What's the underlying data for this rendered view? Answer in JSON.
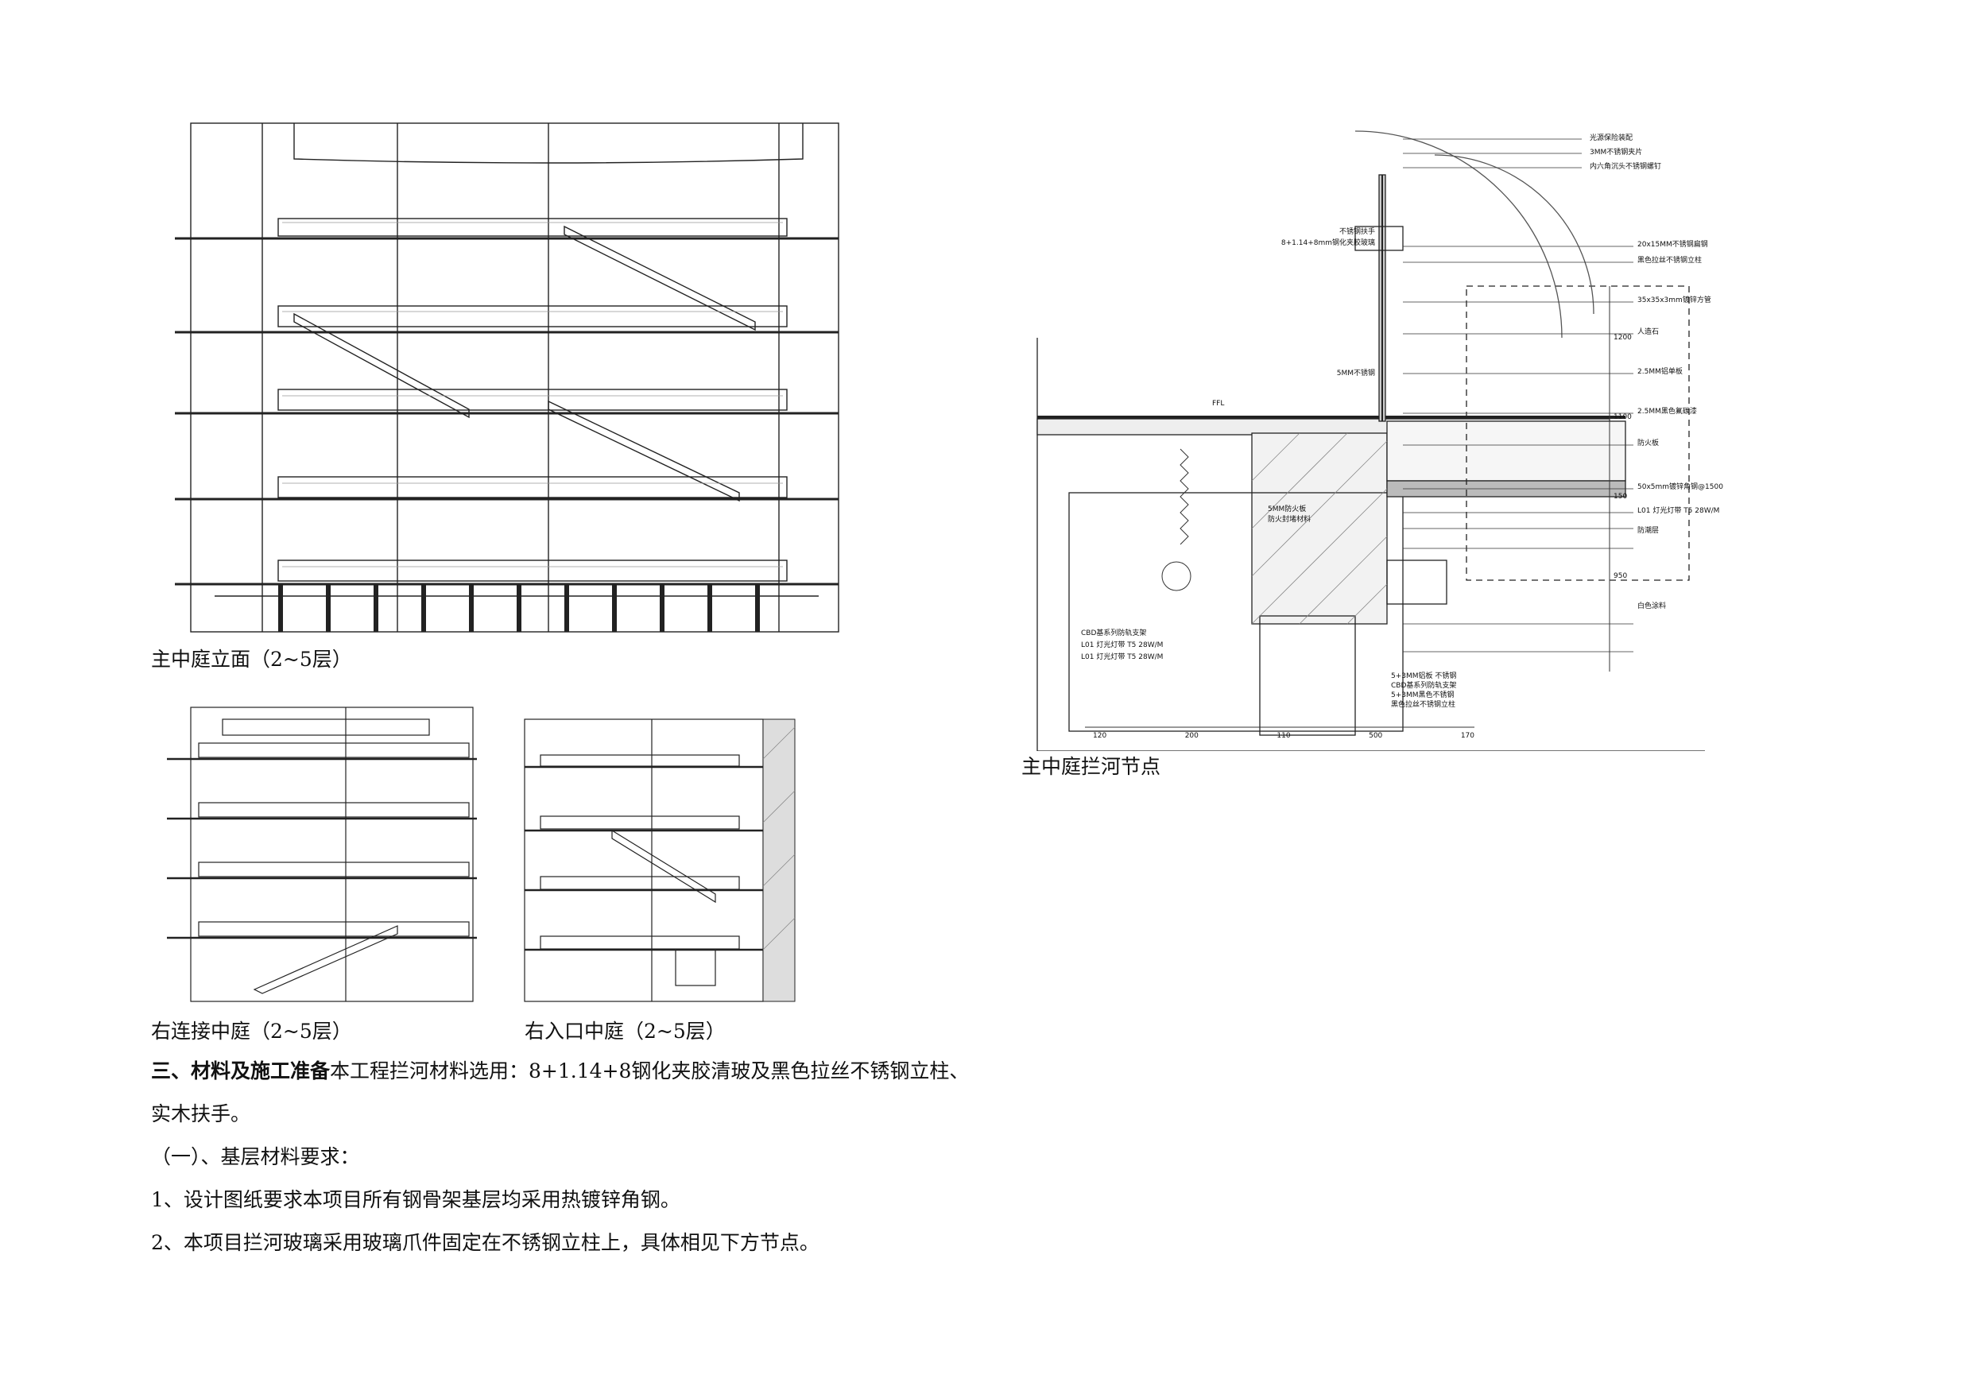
{
  "figures": {
    "main_elevation": {
      "caption": "主中庭立面（2~5层）"
    },
    "right_connect": {
      "caption": "右连接中庭（2~5层）"
    },
    "right_entry": {
      "caption": "右入口中庭（2~5层）"
    },
    "node_detail": {
      "caption": "主中庭拦河节点",
      "labels": {
        "l1": "光源保险装配",
        "l2": "3MM不锈钢夹片",
        "l3": "内六角沉头不锈钢螺钉",
        "l4": "不锈钢扶手",
        "l5": "8+1.14+8mm钢化夹胶玻璃",
        "l6": "5MM不锈钢",
        "l7": "20x15MM不锈钢扁钢",
        "l8": "黑色拉丝不锈钢立柱",
        "l9": "35x35x3mm镀锌方管",
        "l10": "人造石",
        "l11": "2.5MM铝单板",
        "l12": "2.5MM黑色氟碳漆",
        "l13": "防火板",
        "l14": "50x5mm镀锌角钢@1500",
        "l15": "L01 灯光灯带 T5 28W/M",
        "l16": "防潮层",
        "l17": "白色涂料",
        "l18": "CBD基系列防轨支架",
        "l19": "L01 灯光灯带 T5 28W/M",
        "l20": "5+3MM铝板 不锈钢",
        "l21": "CBD基系列防轨支架",
        "l22": "5+3MM黑色不锈钢",
        "l23": "FFL",
        "l24": "5MM防火板",
        "l25": "防火封堵材料",
        "l26": "黑色拉丝不锈钢立柱"
      },
      "dims": {
        "d1": "120",
        "d2": "200",
        "d3": "110",
        "d4": "500",
        "d5": "170",
        "v1": "1200",
        "v2": "1100",
        "v3": "150",
        "v4": "950"
      }
    }
  },
  "section": {
    "heading": "三、材料及施工准备",
    "heading_rest": "本工程拦河材料选用：8+1.14+8钢化夹胶清玻及黑色拉丝不锈钢立柱、",
    "heading_cont": "实木扶手。",
    "sub": "（一）、基层材料要求：",
    "items": [
      "1、设计图纸要求本项目所有钢骨架基层均采用热镀锌角钢。",
      "2、本项目拦河玻璃采用玻璃爪件固定在不锈钢立柱上，具体相见下方节点。"
    ]
  }
}
